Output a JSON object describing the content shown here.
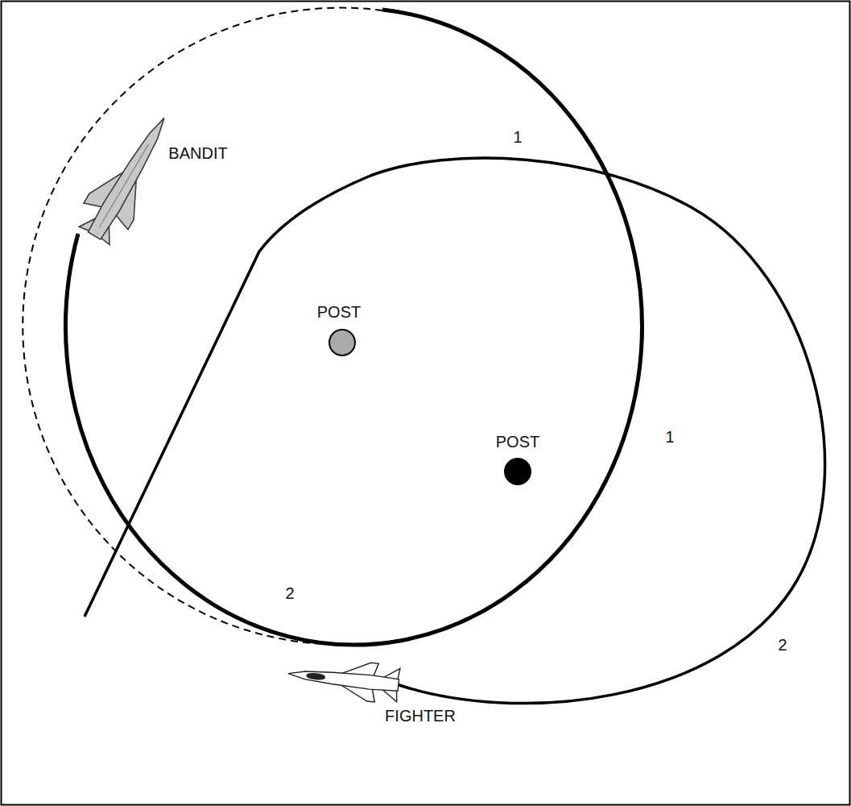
{
  "diagram": {
    "labels": [
      "1",
      "BANDIT",
      "POST",
      "1",
      "POST",
      "2",
      "FIGHTER",
      "2"
    ]
  }
}
